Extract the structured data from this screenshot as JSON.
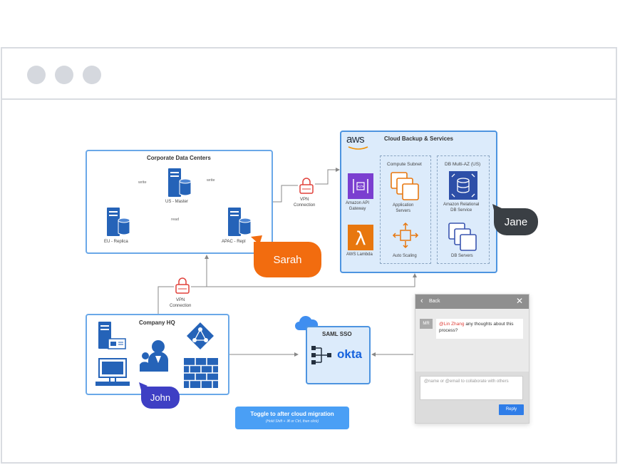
{
  "window": {
    "controls": [
      "close",
      "minimize",
      "maximize"
    ]
  },
  "datacenters": {
    "title": "Corporate Data Centers",
    "us_master": "US - Master",
    "eu_replica": "EU - Replica",
    "apac_replica": "APAC - Repl",
    "write_left": "write",
    "write_right": "write",
    "read": "read"
  },
  "vpn_top": {
    "line1": "VPN",
    "line2": "Connection"
  },
  "vpn_bottom": {
    "line1": "VPN",
    "line2": "Connection"
  },
  "aws": {
    "logo": "aws",
    "title": "Cloud Backup & Services",
    "compute_subnet": "Compute Subnet",
    "db_multi_az": "DB Multi-AZ (US)",
    "api_gateway": {
      "line1": "Amazon API",
      "line2": "Gateway"
    },
    "lambda": "AWS Lambda",
    "app_servers": {
      "line1": "Application",
      "line2": "Servers"
    },
    "auto_scaling": "Auto Scaling",
    "rds": {
      "line1": "Amazon Relational",
      "line2": "DB Service"
    },
    "db_servers": "DB Servers"
  },
  "hq": {
    "title": "Company HQ"
  },
  "sso": {
    "title": "SAML SSO",
    "okta": "okta"
  },
  "toggle": {
    "label": "Toggle to after cloud migration",
    "hint": "(Hold Shift + ⌘ or Ctrl, then click)"
  },
  "cursors": {
    "sarah": "Sarah",
    "jane": "Jane",
    "john": "John"
  },
  "comment": {
    "back": "Back",
    "avatar": "MR",
    "mention": "@Lin Zhang",
    "message": " any thoughts about this process?",
    "placeholder": "@name or @email to collaborate with others",
    "reply": "Reply"
  },
  "colors": {
    "sarah": "#f26c0f",
    "jane": "#3a3f44",
    "john": "#3e3fc4",
    "server": "#2563b8",
    "aws_purple": "#7b3fd0",
    "aws_orange": "#e8770e",
    "vpn": "#e0403a",
    "link": "#3f8ef0"
  }
}
